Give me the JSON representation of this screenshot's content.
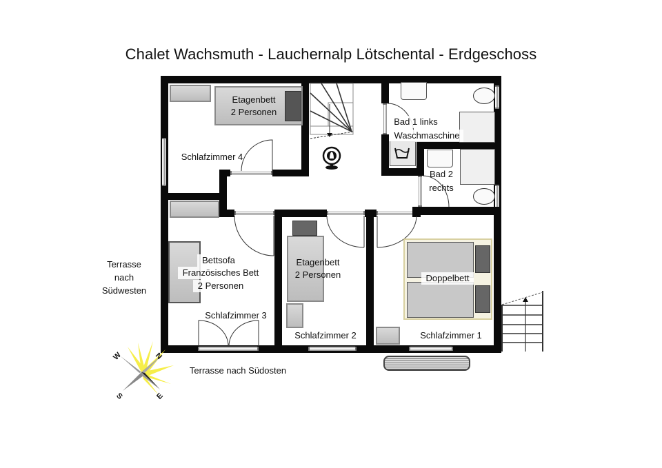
{
  "title": "Chalet Wachsmuth - Lauchernalp Lötschental - Erdgeschoss",
  "rooms": {
    "schlafzimmer_4": {
      "name": "Schlafzimmer 4",
      "bed_label": "Etagenbett",
      "bed_capacity": "2 Personen"
    },
    "schlafzimmer_3": {
      "name": "Schlafzimmer 3",
      "bed_line1": "Bettsofa",
      "bed_line2": "Französisches Bett",
      "bed_capacity": "2 Personen"
    },
    "schlafzimmer_2": {
      "name": "Schlafzimmer 2",
      "bed_label": "Etagenbett",
      "bed_capacity": "2 Personen"
    },
    "schlafzimmer_1": {
      "name": "Schlafzimmer 1",
      "bed_label": "Doppelbett"
    },
    "bad_1": {
      "line1": "Bad 1 links",
      "line2": "Waschmaschine"
    },
    "bad_2": {
      "line1": "Bad 2",
      "line2": "rechts"
    }
  },
  "outside": {
    "terrace_sw": {
      "line1": "Terrasse",
      "line2": "nach",
      "line3": "Südwesten"
    },
    "terrace_se": "Terrasse nach Südosten"
  },
  "compass": {
    "n": "N",
    "e": "E",
    "s": "S",
    "w": "W"
  },
  "colors": {
    "wall": "#0a0a0a",
    "furniture": "#c8c8c8",
    "sun": "#f5ec2a"
  }
}
